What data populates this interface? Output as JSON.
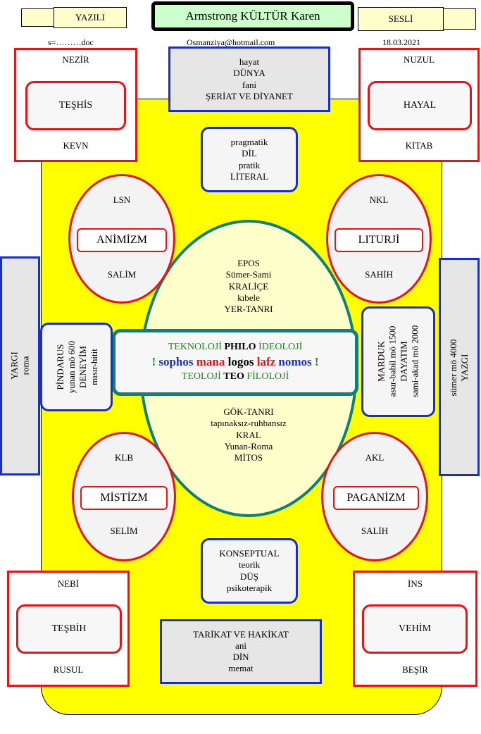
{
  "header": {
    "left_tab": "YAZILI",
    "title": "Armstrong KÜLTÜR Karen",
    "right_tab": "SESLİ",
    "filename": "s=………doc",
    "email": "Osmanziya@hotmail.com",
    "date": "18.03.2021"
  },
  "corners": {
    "top_left": {
      "top": "NEZİR",
      "inner": "TEŞHİS",
      "bottom": "KEVN"
    },
    "top_right": {
      "top": "NUZUL",
      "inner": "HAYAL",
      "bottom": "KİTAB"
    },
    "bottom_left": {
      "top": "NEBİ",
      "inner": "TEŞBİH",
      "bottom": "RUSUL"
    },
    "bottom_right": {
      "top": "İNS",
      "inner": "VEHİM",
      "bottom": "BEŞİR"
    }
  },
  "top_center": [
    "hayat",
    "DÜNYA",
    "fani",
    "ŞERİAT  VE DİYANET"
  ],
  "upper_middle": [
    "pragmatik",
    "DİL",
    "pratik",
    "LİTERAL"
  ],
  "lower_middle": [
    "KONSEPTUAL",
    "teorik",
    "DÜŞ",
    "psikoterapik"
  ],
  "bottom_center": [
    "TARİKAT VE HAKİKAT",
    "ani",
    "DİN",
    "memat"
  ],
  "ovals": {
    "top_left": {
      "top": "LSN",
      "pill": "ANİMİZM",
      "bottom": "SALİM"
    },
    "top_right": {
      "top": "NKL",
      "pill": "LITURJİ",
      "bottom": "SAHİH"
    },
    "bottom_left": {
      "top": "KLB",
      "pill": "MİSTİZM",
      "bottom": "SELİM"
    },
    "bottom_right": {
      "top": "AKL",
      "pill": "PAGANİZM",
      "bottom": "SALİH"
    }
  },
  "big_oval": {
    "upper": [
      "EPOS",
      "Sümer-Sami",
      "KRALİÇE",
      "kıbele",
      "YER-TANRI"
    ],
    "lower": [
      "GÖK-TANRI",
      "tapınaksız-ruhbansız",
      "KRAL",
      "Yunan-Roma",
      "MİTOS"
    ]
  },
  "center_box": {
    "row1": [
      "TEKNOLOJİ",
      "PHILO",
      "İDEOLOJİ"
    ],
    "row2": [
      "!",
      "sophos",
      "mana",
      "logos",
      "lafz",
      "nomos",
      "!"
    ],
    "row3": [
      "TEOLOJİ",
      "TEO",
      "FİLOLOJİ"
    ]
  },
  "side": {
    "far_left": [
      "YARGI",
      "roma"
    ],
    "left_box": [
      "PİNDARUS",
      "yunan mö 600",
      "DENEYİM",
      "mısır-hitit"
    ],
    "right_box": [
      "MARDUK",
      "asur-babil mö 1500",
      "DAYATIM",
      "sami-akad mö 2000"
    ],
    "far_right": [
      "sümer mö 4000",
      "YAZGI"
    ]
  },
  "colors": {
    "yellow": "#ffff00",
    "red": "#ee1111",
    "blue": "#1a2ecc",
    "teal": "#0d7f7f",
    "green": "#1a8a1a",
    "pale_yellow": "#ffffcc",
    "title_green": "#ccffcc"
  }
}
